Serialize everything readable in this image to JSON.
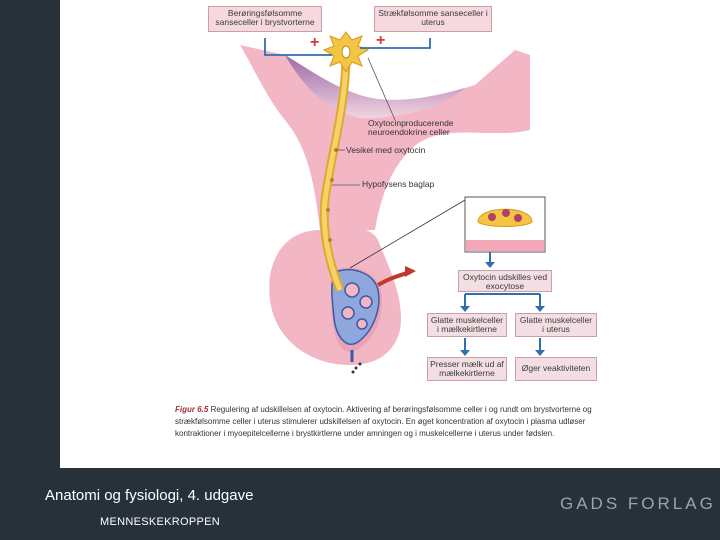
{
  "boxes": {
    "touch_sensors": "Berøringsfølsomme sanseceller i brystvorterne",
    "stretch_sensors": "Strækfølsomme sanseceller i uterus",
    "exocytosis": "Oxytocin udskilles ved exocytose",
    "smooth_breast": "Glatte muskelceller i mælkekirtlerne",
    "smooth_uterus": "Glatte muskelceller i uterus",
    "milk_out": "Presser mælk ud af mælkekirtlerne",
    "uterus_activity": "Øger veaktiviteten"
  },
  "labels": {
    "neurons": "Oxytocinproducerende neuroendokrine celler",
    "vesicle": "Vesikel med oxytocin",
    "posterior_lobe": "Hypofysens baglap",
    "plus_left": "+",
    "plus_right": "+"
  },
  "caption": {
    "figure_ref": "Figur 6.5",
    "text": "Regulering af udskillelsen af oxytocin. Aktivering af berøringsfølsomme celler i og rundt om brystvorterne og strækfølsomme celler i uterus stimulerer udskillelsen af oxytocin. En øget koncentration af oxytocin i plasma udløser kontraktioner i myoepitelcellerne i brystkirtlerne under amningen og i muskelcellerne i uterus under fødslen."
  },
  "footer": {
    "title": "Anatomi og fysiologi, 4. udgave",
    "subtitle": "MENNESKEKROPPEN",
    "publisher": "GADS FORLAG"
  },
  "colors": {
    "background": "#27313a",
    "pink_tissue": "#f2b6c4",
    "box_fill": "#f6d9df",
    "neuron_yellow": "#f4c542",
    "vein_blue": "#6f8fd0",
    "arrow_blue": "#2f6fb0",
    "plus_red": "#d23a3a"
  }
}
